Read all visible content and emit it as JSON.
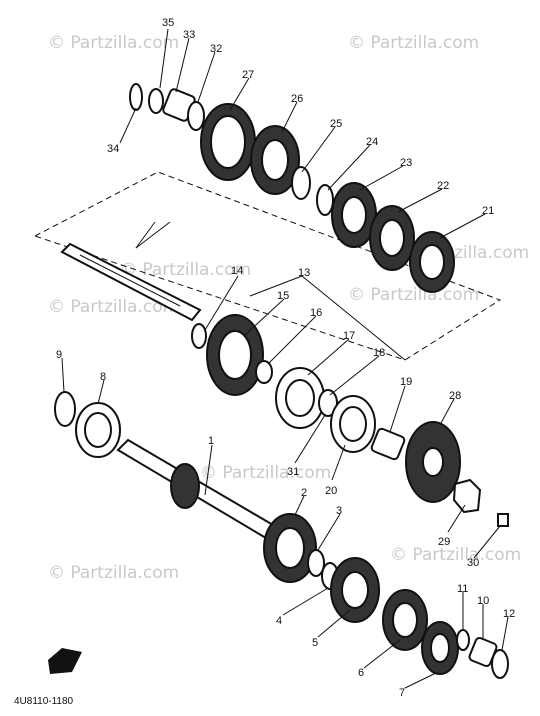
{
  "watermark": "© Partzilla.com",
  "diagram_code": "4U8110-1180",
  "callouts": [
    "1",
    "2",
    "3",
    "4",
    "5",
    "6",
    "7",
    "8",
    "9",
    "10",
    "11",
    "12",
    "13",
    "14",
    "15",
    "16",
    "17",
    "18",
    "19",
    "20",
    "21",
    "22",
    "23",
    "24",
    "25",
    "26",
    "27",
    "28",
    "29",
    "30",
    "31",
    "32",
    "33",
    "34",
    "35"
  ]
}
